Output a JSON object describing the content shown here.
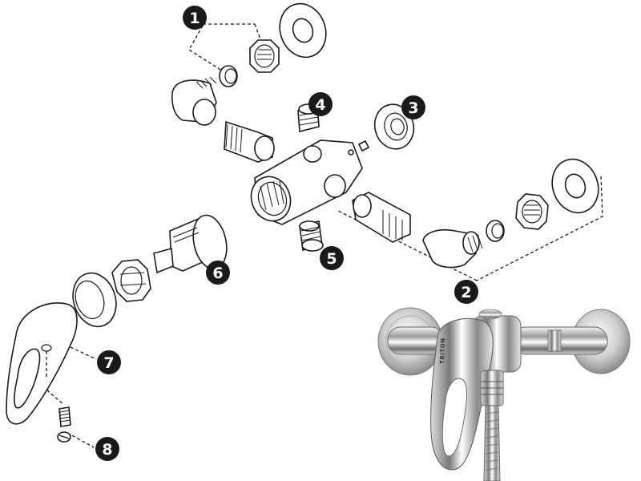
{
  "callouts": [
    {
      "number": "1"
    },
    {
      "number": "2"
    },
    {
      "number": "3"
    },
    {
      "number": "4"
    },
    {
      "number": "5"
    },
    {
      "number": "6"
    },
    {
      "number": "7"
    },
    {
      "number": "8"
    }
  ],
  "product_photo": {
    "brand_text": "TRITON"
  },
  "colors": {
    "callout_fill": "#1a1a1a",
    "line": "#1a1a1a",
    "background": "#ffffff"
  }
}
